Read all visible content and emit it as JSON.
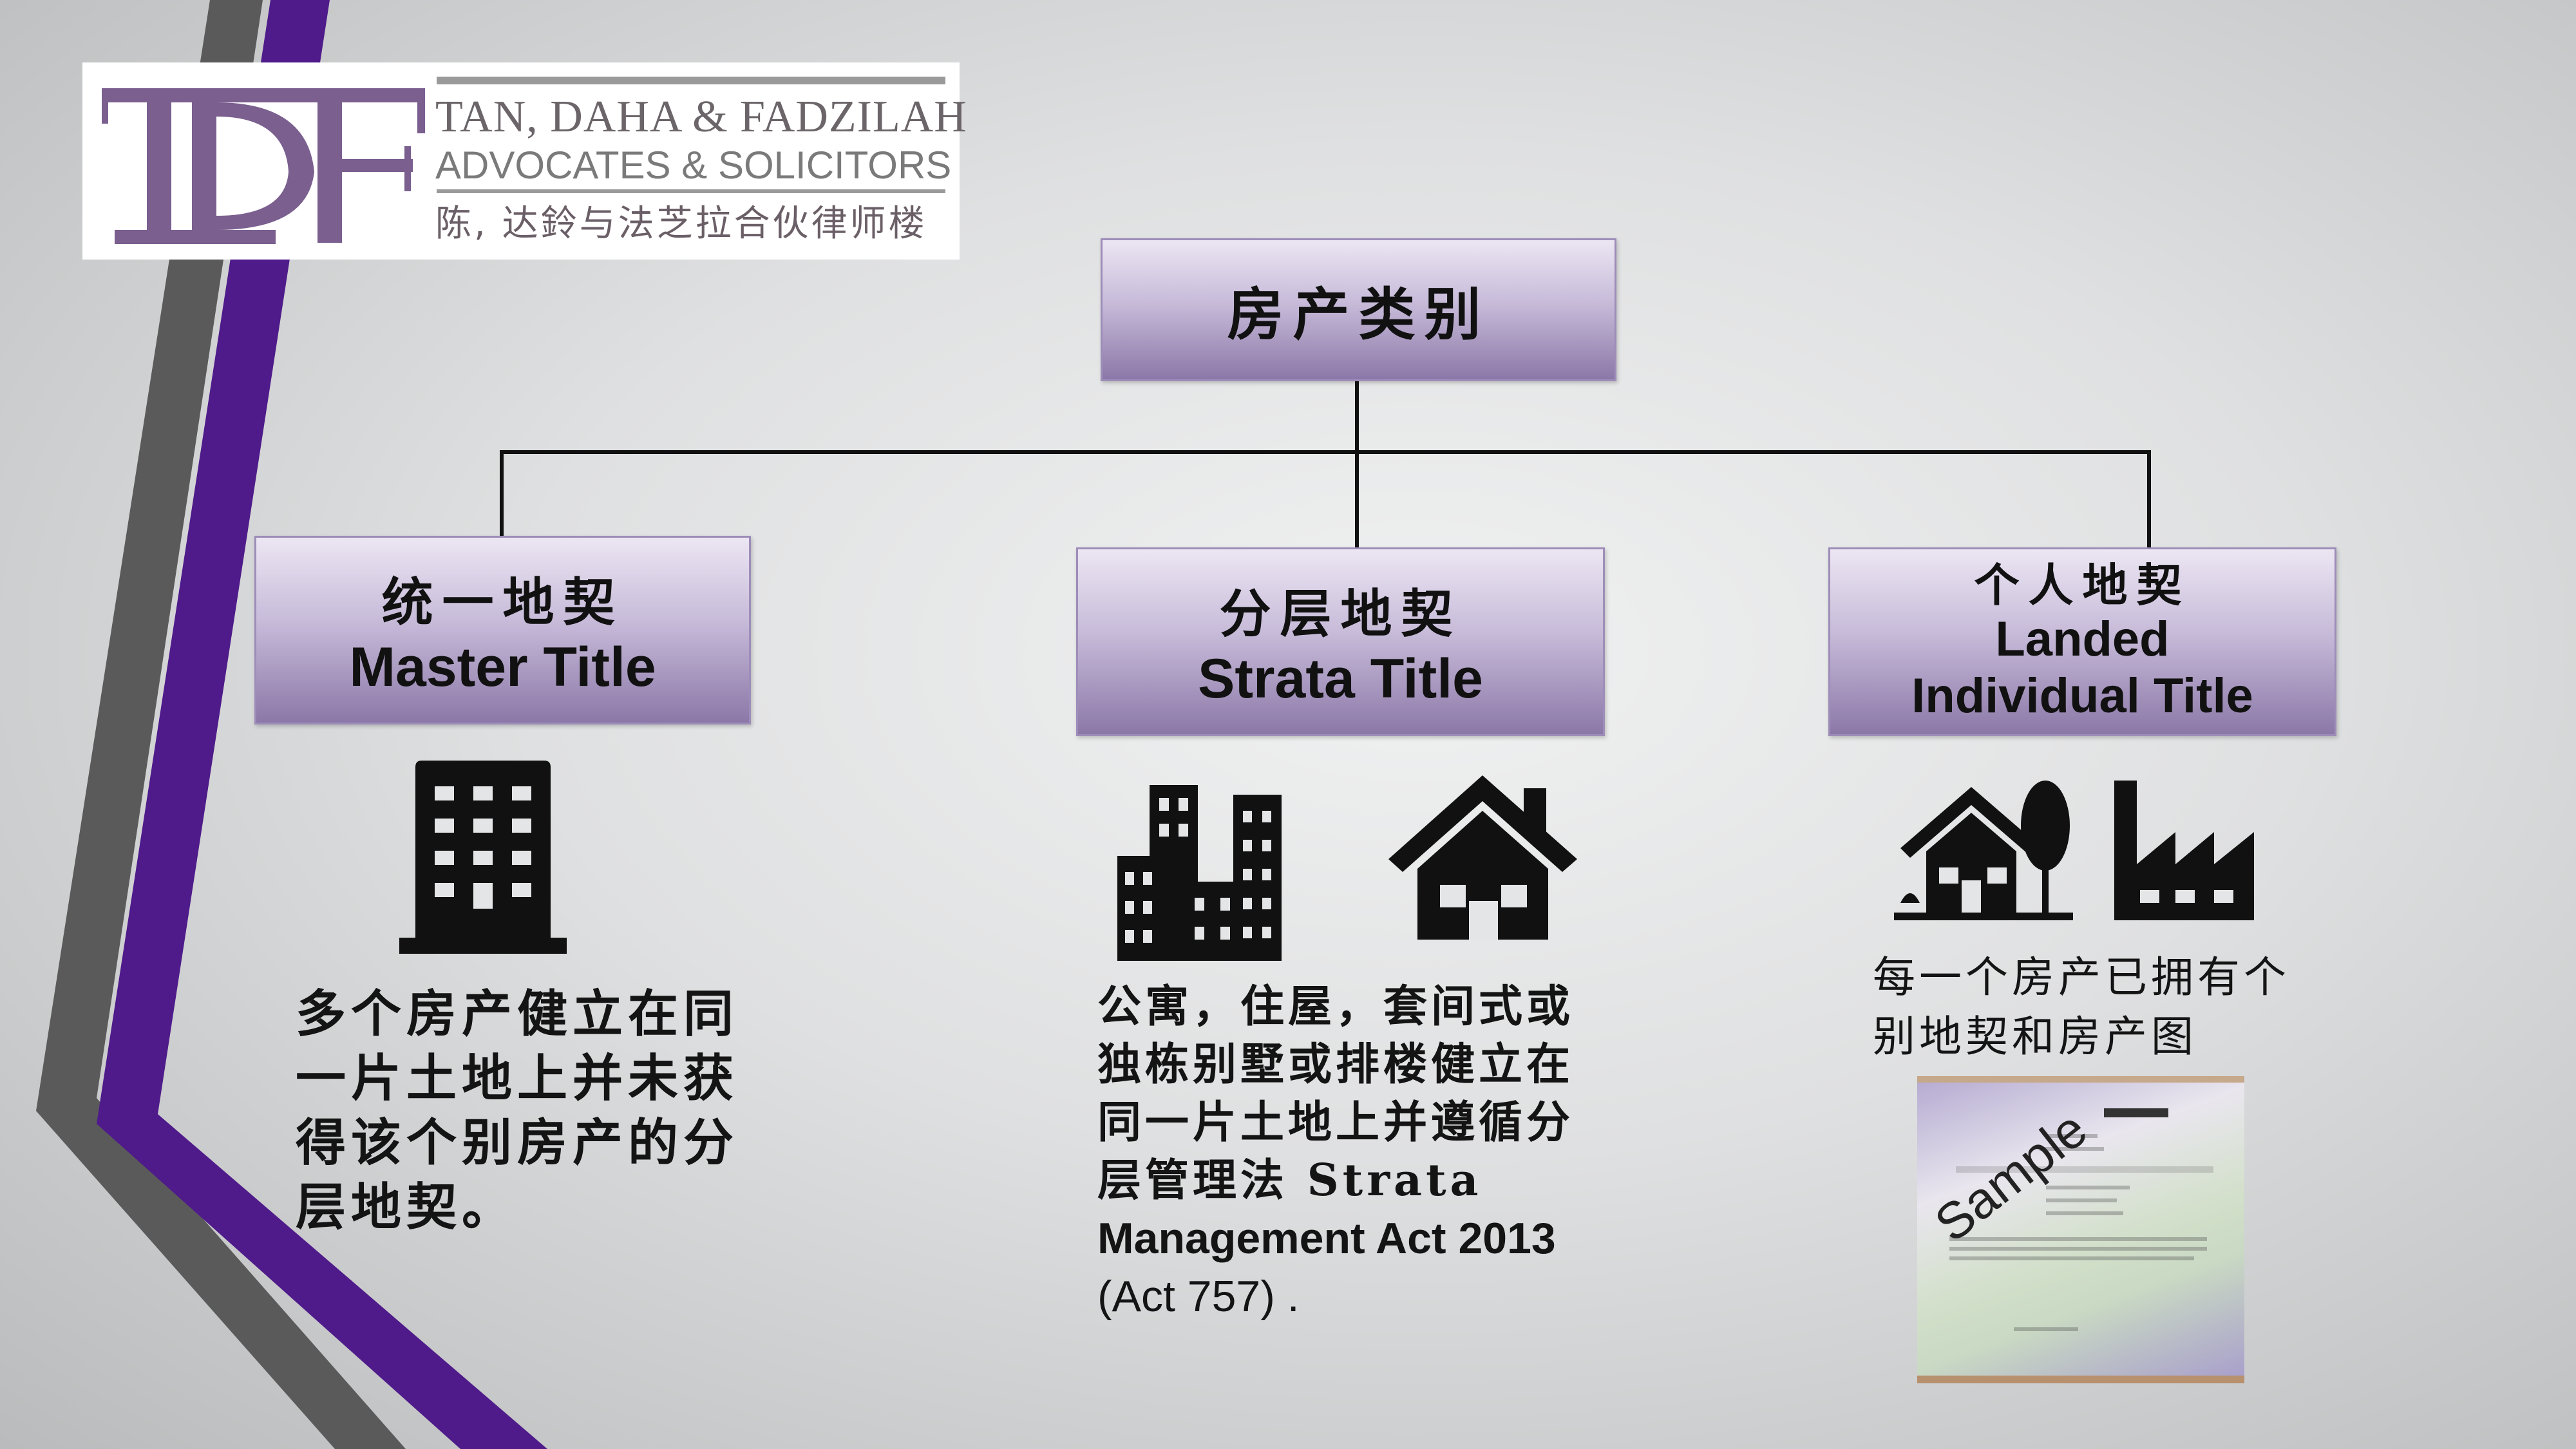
{
  "logo": {
    "monogram": "TDF",
    "firm_name": "TAN, DAHA & FADZILAH",
    "subtitle": "ADVOCATES & SOLICITORS",
    "chinese_name": "陈, 达鈴与法芝拉合伙律师楼"
  },
  "colors": {
    "brand_purple": "#7a5f8f",
    "stripe_purple": "#4f1a8a",
    "stripe_gray": "#555555",
    "box_purple": "#a895c3"
  },
  "root": {
    "label": "房产类别"
  },
  "categories": [
    {
      "zh": "统一地契",
      "en": "Master Title",
      "icons": [
        "apartment-building-icon"
      ],
      "description": [
        "多个房产健立在同",
        "一片土地上并未获",
        "得该个别房产的分",
        "层地契。"
      ]
    },
    {
      "zh": "分层地契",
      "en": "Strata Title",
      "icons": [
        "city-buildings-icon",
        "house-icon"
      ],
      "description": [
        "公寓，住屋，套间式或",
        "独栋别墅或排楼健立在",
        "同一片土地上并遵循分",
        "层管理法 Strata",
        "Management Act 2013",
        "(Act 757) ."
      ]
    },
    {
      "zh": "个人地契",
      "en_line1": "Landed",
      "en_line2": "Individual Title",
      "icons": [
        "house-with-tree-icon",
        "factory-icon"
      ],
      "description": [
        "每一个房产已拥有个",
        "别地契和房产图"
      ],
      "sample_label": "Sample"
    }
  ]
}
